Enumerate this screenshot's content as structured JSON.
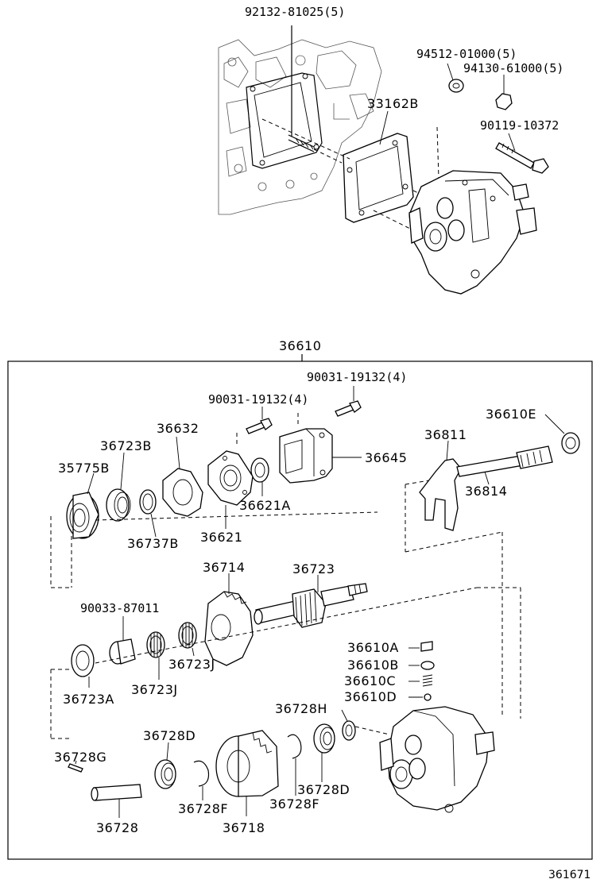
{
  "labels": {
    "p92132": "92132-81025(5)",
    "p94512": "94512-01000(5)",
    "p94130": "94130-61000(5)",
    "p33162B": "33162B",
    "p90119": "90119-10372",
    "p36610": "36610",
    "p90031a": "90031-19132(4)",
    "p90031b": "90031-19132(4)",
    "p36632": "36632",
    "p36723B": "36723B",
    "p36610E": "36610E",
    "p36811": "36811",
    "p35775B": "35775B",
    "p36645": "36645",
    "p36621A": "36621A",
    "p36814": "36814",
    "p36737B": "36737B",
    "p36621": "36621",
    "p36714": "36714",
    "p36723": "36723",
    "p90033": "90033-87011",
    "p36723J_a": "36723J",
    "p36610A": "36610A",
    "p36610B": "36610B",
    "p36610C": "36610C",
    "p36610D": "36610D",
    "p36723A": "36723A",
    "p36723J_b": "36723J",
    "p36728H": "36728H",
    "p36728D_a": "36728D",
    "p36728G": "36728G",
    "p36728D_b": "36728D",
    "p36728F_a": "36728F",
    "p36728F_b": "36728F",
    "p36728": "36728",
    "p36718": "36718"
  },
  "figure_ref": "361671"
}
